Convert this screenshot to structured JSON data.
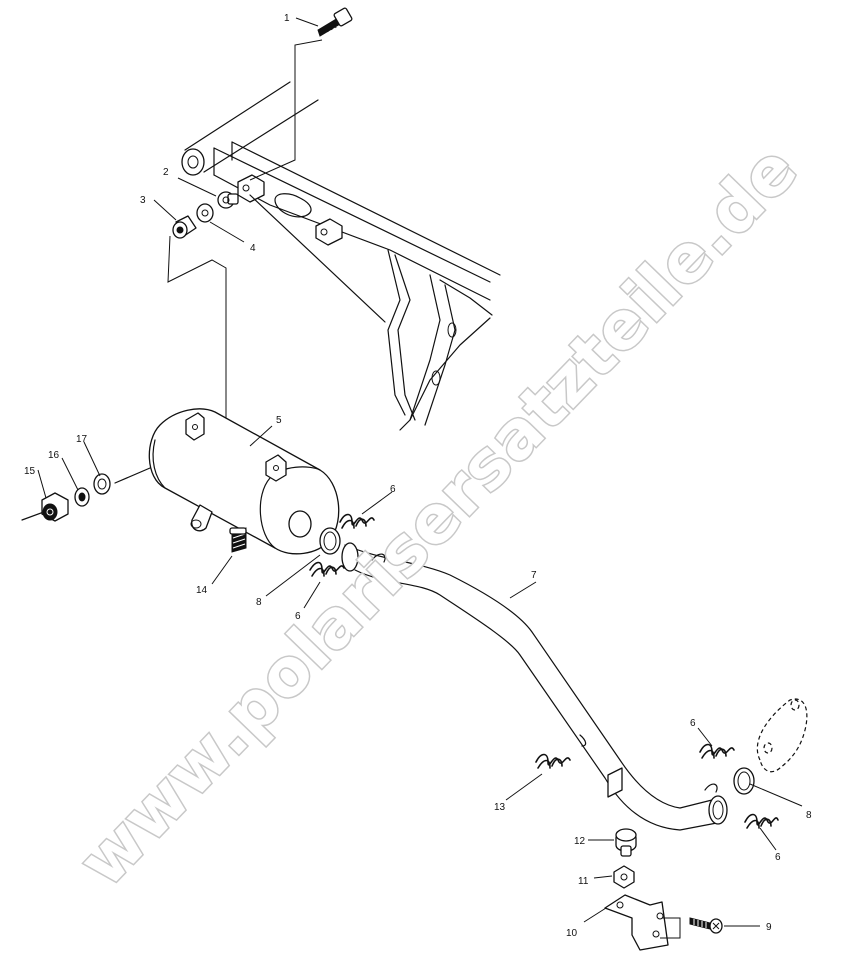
{
  "watermark": "www.polarisersatzteile.de",
  "callouts": {
    "c1": "1",
    "c2": "2",
    "c3": "3",
    "c4": "4",
    "c5": "5",
    "c6a": "6",
    "c6b": "6",
    "c6c": "6",
    "c6d": "6",
    "c7": "7",
    "c8a": "8",
    "c8b": "8",
    "c9": "9",
    "c10": "10",
    "c11": "11",
    "c12": "12",
    "c13": "13",
    "c14": "14",
    "c15": "15",
    "c16": "16",
    "c17": "17"
  }
}
